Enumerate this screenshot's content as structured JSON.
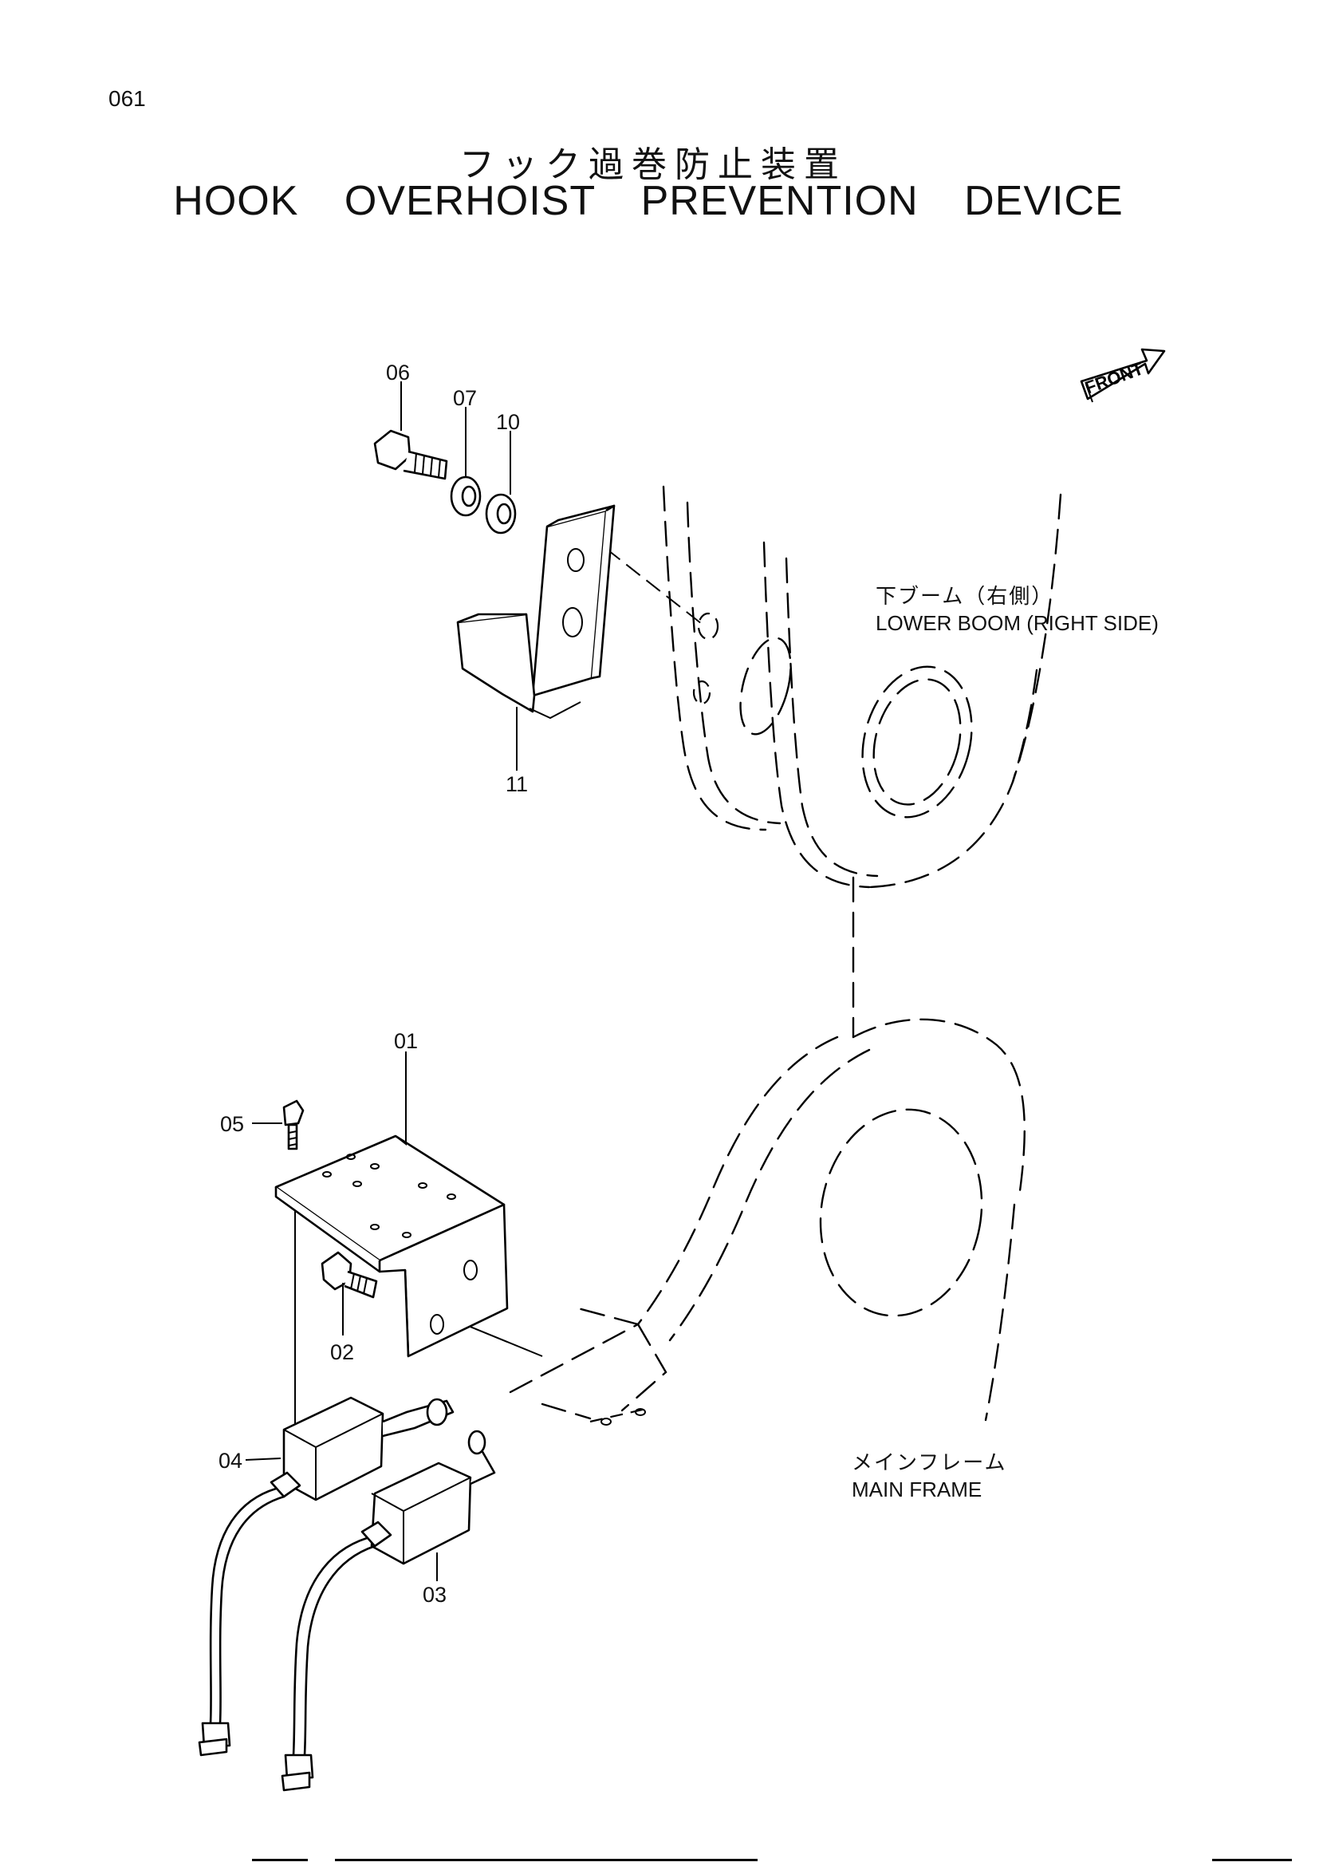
{
  "page_number": "061",
  "title_jp": "フック過巻防止装置",
  "title_en": "HOOK OVERHOIST PREVENTION DEVICE",
  "front_label": "FRONT",
  "lower_boom": {
    "jp": "下ブーム（右側）",
    "en": "LOWER BOOM (RIGHT SIDE)"
  },
  "main_frame": {
    "jp": "メインフレーム",
    "en": "MAIN FRAME"
  },
  "callouts": {
    "p01": "01",
    "p02": "02",
    "p03": "03",
    "p04": "04",
    "p05": "05",
    "p06": "06",
    "p07": "07",
    "p10": "10",
    "p11": "11"
  }
}
